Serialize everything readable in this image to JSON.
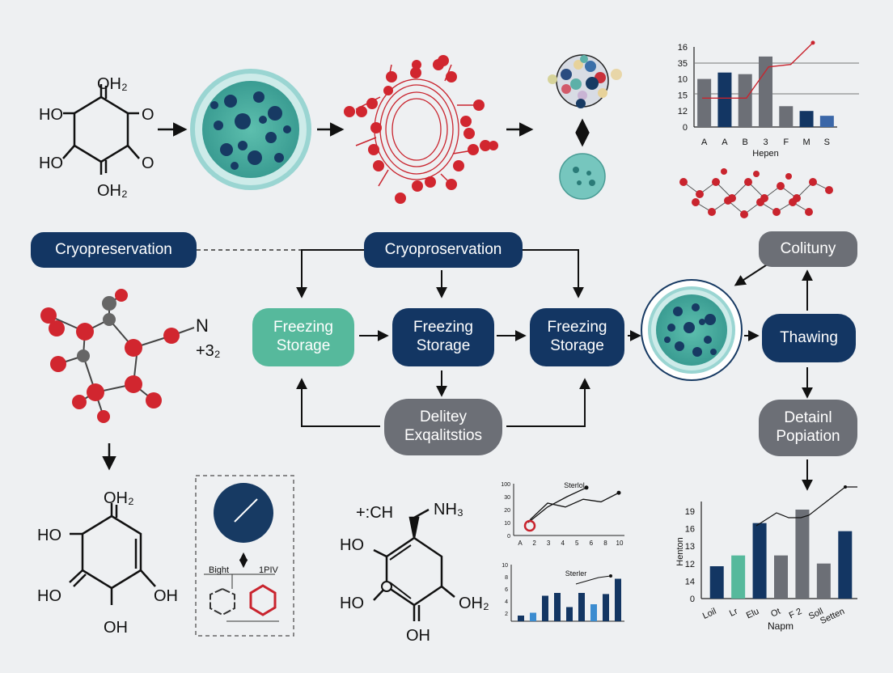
{
  "labels": {
    "cryo_left": "Cryopreservation",
    "cryo_center": "Cryoproservation",
    "freeze1": [
      "Freezing",
      "Storage"
    ],
    "freeze2": [
      "Freezing",
      "Storage"
    ],
    "freeze3": [
      "Freezing",
      "Storage"
    ],
    "deliety": [
      "Delitey",
      "Exqalitstios"
    ],
    "thawing": "Thawing",
    "colituny": "Colituny",
    "detainl": [
      "Detainl",
      "Popiation"
    ]
  },
  "chem": {
    "mol_top_oh2_top": "OH₂",
    "mol_top_ho_left": "HO",
    "mol_top_o_right": "O",
    "mol_top_ho_left2": "HO",
    "mol_top_o_right2": "O",
    "mol_top_oh2_bottom": "OH₂",
    "mol_mid_n": "N",
    "mol_mid_plus": "+3₂",
    "mol_bot_oh2": "OH₂",
    "mol_bot_ho1": "HO",
    "mol_bot_ho2": "HO",
    "mol_bot_oh_right": "OH",
    "mol_bot_oh_bottom": "OH",
    "mol_c_ch": "+:CH",
    "mol_c_nh3": "NH₃",
    "mol_c_ho1": "HO",
    "mol_c_ho2": "HO",
    "mol_c_oh2": "OH₂",
    "mol_c_oh": "OH",
    "inset_left": "Bight",
    "inset_right": "1PIV"
  },
  "chart_data": [
    {
      "type": "bar",
      "categories": [
        "A",
        "A",
        "B",
        "3",
        "F",
        "M",
        "S"
      ],
      "series": [
        {
          "values": [
            15,
            17,
            16.5,
            22,
            6.5,
            5,
            3.5
          ]
        }
      ],
      "colors": [
        "#6c6f76",
        "#133663",
        "#6c6f76",
        "#6c6f76",
        "#6c6f76",
        "#133663",
        "#3b67a8"
      ],
      "tick_labels_y": [
        "16",
        "35",
        "10",
        "15",
        "12",
        "0"
      ],
      "xlabel": "Hepen",
      "overlay_line": [
        12,
        12,
        12,
        25,
        26,
        35
      ]
    },
    {
      "type": "line",
      "title": "Sterlol",
      "x": [
        "A",
        "2",
        "3",
        "4",
        "5",
        "6",
        "8",
        "10"
      ],
      "series": [
        {
          "values": [
            10,
            22,
            30,
            37
          ]
        },
        {
          "values": [
            12,
            25,
            22,
            28,
            26,
            33
          ]
        }
      ],
      "tick_labels_y": [
        "100",
        "30",
        "20",
        "10",
        "0"
      ]
    },
    {
      "type": "bar",
      "title": "Sterler",
      "values": [
        1,
        1.5,
        4.5,
        5,
        2.5,
        5,
        3,
        4.8,
        7.5
      ],
      "tick_labels_y": [
        "10",
        "8",
        "6",
        "4",
        "2"
      ]
    },
    {
      "type": "bar",
      "categories": [
        "Loil",
        "Lr",
        "Elu",
        "Ot",
        "F 2",
        "Soll",
        "Setten"
      ],
      "values": [
        6,
        8,
        14,
        8,
        16.5,
        6.5,
        12.5
      ],
      "colors": [
        "#133663",
        "#56b99c",
        "#133663",
        "#6c6f76",
        "#6c6f76",
        "#6c6f76",
        "#133663"
      ],
      "tick_labels_y": [
        "19",
        "16",
        "13",
        "12",
        "14",
        "0"
      ],
      "xlabel": "Napm",
      "ylabel": "Henton"
    }
  ]
}
